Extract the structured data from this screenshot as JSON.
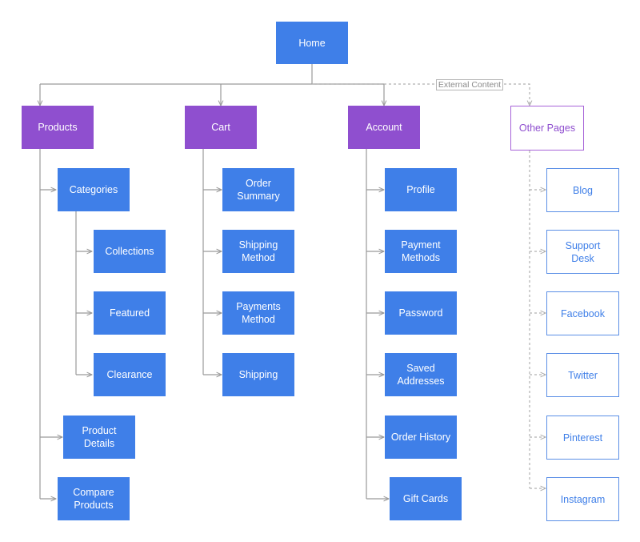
{
  "colors": {
    "primary": "#3f7fe8",
    "section": "#8f4fcf",
    "connector": "#9a9a9a"
  },
  "home": "Home",
  "external_label": "External Content",
  "products": {
    "title": "Products",
    "categories": "Categories",
    "collections": "Collections",
    "featured": "Featured",
    "clearance": "Clearance",
    "product_details": "Product\nDetails",
    "compare_products": "Compare\nProducts"
  },
  "cart": {
    "title": "Cart",
    "order_summary": "Order\nSummary",
    "shipping_method": "Shipping\nMethod",
    "payments_method": "Payments\nMethod",
    "shipping": "Shipping"
  },
  "account": {
    "title": "Account",
    "profile": "Profile",
    "payment_methods": "Payment\nMethods",
    "password": "Password",
    "saved_addresses": "Saved\nAddresses",
    "order_history": "Order History",
    "gift_cards": "Gift Cards"
  },
  "other": {
    "title": "Other Pages",
    "blog": "Blog",
    "support_desk": "Support\nDesk",
    "facebook": "Facebook",
    "twitter": "Twitter",
    "pinterest": "Pinterest",
    "instagram": "Instagram"
  }
}
